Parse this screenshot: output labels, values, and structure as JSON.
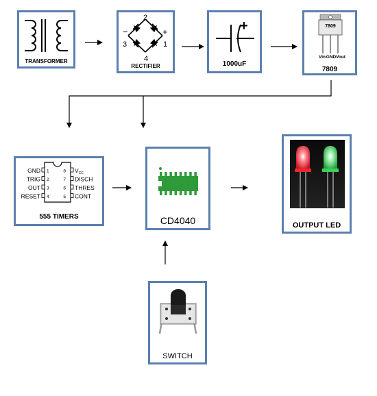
{
  "blocks": {
    "transformer": {
      "label": "TRANSFORMER"
    },
    "rectifier": {
      "label": "RECTIFIER",
      "pins": {
        "top": "2",
        "bottom": "4",
        "left": "3",
        "right": "1",
        "minus": "−",
        "plus": "+"
      }
    },
    "capacitor": {
      "label": "1000uF",
      "plus": "+"
    },
    "regulator": {
      "label": "7809",
      "chip_text": "7809",
      "pins": [
        "Vin",
        "GND",
        "Vout"
      ]
    },
    "timer": {
      "label": "555 TIMERS",
      "left_pins": [
        {
          "name": "GND",
          "num": "1"
        },
        {
          "name": "TRIG",
          "num": "2"
        },
        {
          "name": "OUT",
          "num": "3"
        },
        {
          "name": "RESET",
          "num": "4"
        }
      ],
      "right_pins": [
        {
          "name": "V",
          "sub": "CC",
          "num": "8"
        },
        {
          "name": "DISCH",
          "num": "7"
        },
        {
          "name": "THRES",
          "num": "6"
        },
        {
          "name": "CONT",
          "num": "5"
        }
      ]
    },
    "counter": {
      "label": "CD4040"
    },
    "led": {
      "label": "OUTPUT LED"
    },
    "switch": {
      "label": "SWITCH"
    }
  },
  "colors": {
    "border": "#5b7fae",
    "led_red": "#e8282e",
    "led_green": "#3ccf5a",
    "ic_green": "#2f9a3a"
  }
}
